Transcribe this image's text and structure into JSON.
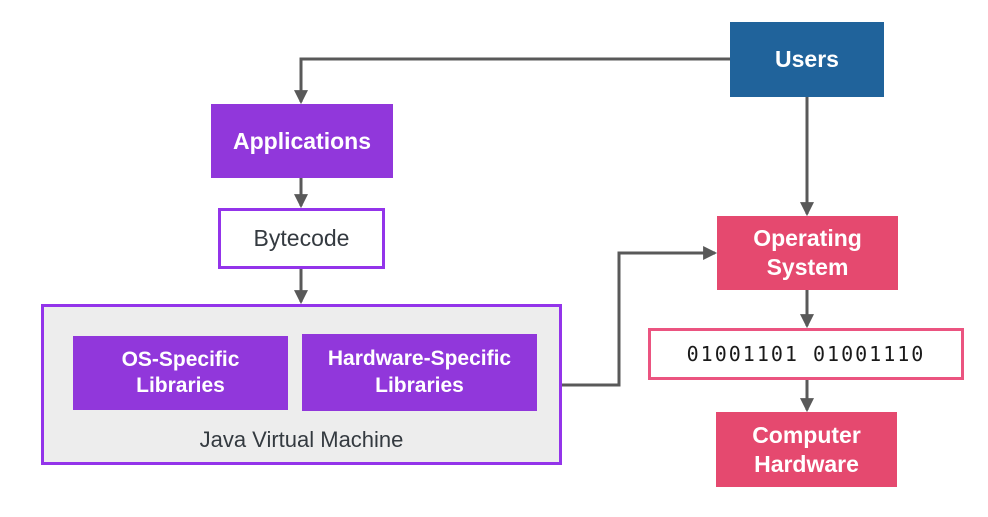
{
  "diagram": {
    "title": "Java Virtual Machine architecture flow",
    "nodes": {
      "users": {
        "label": "Users",
        "fill": "#20639B",
        "text_color": "#FFFFFF"
      },
      "applications": {
        "label": "Applications",
        "fill": "#9137DB",
        "text_color": "#FFFFFF"
      },
      "bytecode": {
        "label": "Bytecode",
        "fill": "#FFFFFF",
        "border": "#9334EA",
        "text_color": "#343A40"
      },
      "jvm": {
        "label": "Java Virtual Machine",
        "fill": "#EDEDED",
        "border": "#9334EA",
        "text_color": "#343A40"
      },
      "os_libraries": {
        "label": "OS-Specific Libraries",
        "fill": "#9137DB",
        "text_color": "#FFFFFF"
      },
      "hardware_libraries": {
        "label": "Hardware-Specific Libraries",
        "fill": "#9137DB",
        "text_color": "#FFFFFF"
      },
      "operating_system": {
        "label": "Operating System",
        "fill": "#E5496F",
        "text_color": "#FFFFFF"
      },
      "machine_code": {
        "label": "01001101 01001110",
        "fill": "#FFFFFF",
        "border": "#EB5480",
        "text_color": "#1A1A1A"
      },
      "computer_hardware": {
        "label": "Computer Hardware",
        "fill": "#E5496F",
        "text_color": "#FFFFFF"
      }
    },
    "edges": [
      {
        "from": "users",
        "to": "applications"
      },
      {
        "from": "users",
        "to": "operating_system"
      },
      {
        "from": "applications",
        "to": "bytecode"
      },
      {
        "from": "bytecode",
        "to": "jvm"
      },
      {
        "from": "jvm",
        "to": "operating_system"
      },
      {
        "from": "operating_system",
        "to": "machine_code"
      },
      {
        "from": "machine_code",
        "to": "computer_hardware"
      }
    ],
    "arrow_color": "#595959"
  }
}
